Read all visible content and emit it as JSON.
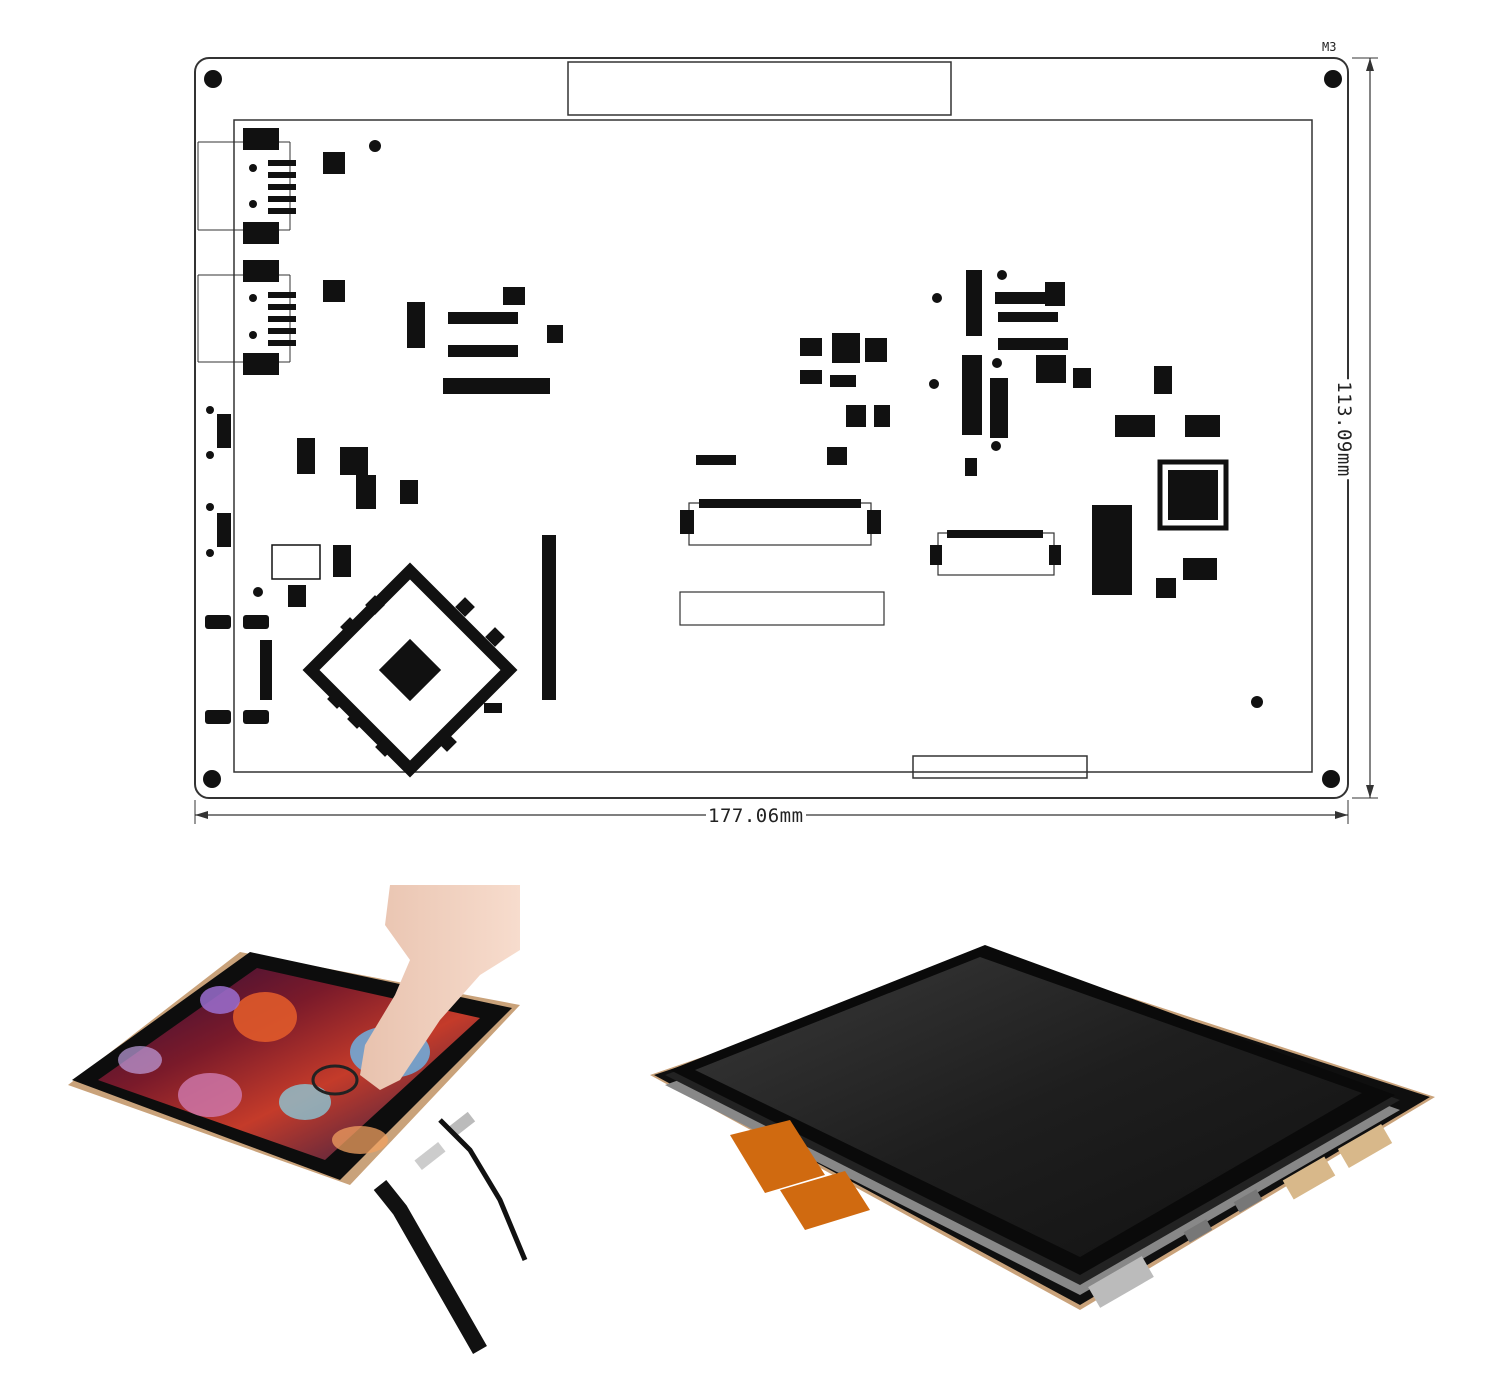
{
  "drawing": {
    "mounting_hole_label": "M3",
    "width_dimension": "177.06mm",
    "height_dimension": "113.09mm"
  },
  "colors": {
    "line": "#333333",
    "component": "#111111",
    "bezel": "#0d0d0d",
    "screen_dark": "#222222",
    "pcb_edge": "#c9a27a",
    "skin": "#f1d2c1"
  },
  "photos": [
    {
      "subject": "touch-display-with-finger"
    },
    {
      "subject": "display-angled-side-view"
    }
  ]
}
